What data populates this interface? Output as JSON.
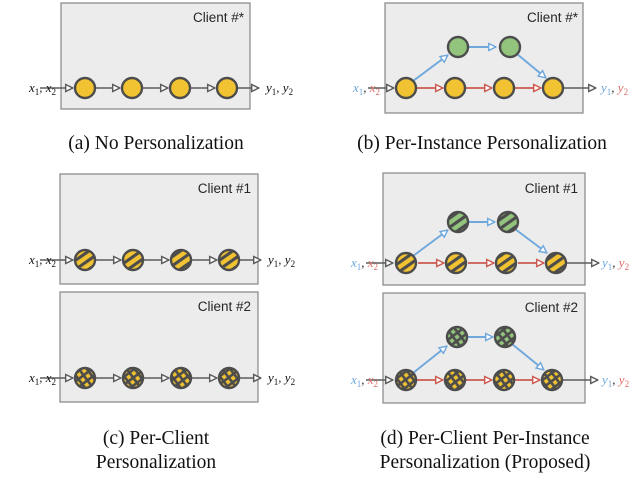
{
  "figure_title": "Personalization schemes figure",
  "colors": {
    "yellow": "#f1c232",
    "green": "#93c47d",
    "nodestroke": "#4c4c4c",
    "boxfill": "#ececec",
    "boxstroke": "#8e8e8e",
    "gray": "#5c5c5c",
    "blue": "#6fa8dc",
    "red": "#cd5a50",
    "redtext": "#df6e67",
    "ink": "#111111",
    "label": "#262626"
  },
  "io": {
    "x1": {
      "base": "x",
      "sub": "1"
    },
    "x2": {
      "base": "x",
      "sub": "2"
    },
    "y1": {
      "base": "y",
      "sub": "1"
    },
    "y2": {
      "base": "y",
      "sub": "2"
    },
    "sep": ", "
  },
  "panels": [
    {
      "id": "a",
      "caption": [
        "(a) No Personalization"
      ],
      "boxes": [
        {
          "client": "Client #*",
          "backbone_nodes": 4,
          "adapter_nodes": 0,
          "node_fill": "solid-yellow"
        }
      ],
      "io_coloring": "black"
    },
    {
      "id": "b",
      "caption": [
        "(b) Per-Instance Personalization"
      ],
      "boxes": [
        {
          "client": "Client #*",
          "backbone_nodes": 4,
          "adapter_nodes": 2,
          "node_fill": "solid-yellow-and-green"
        }
      ],
      "io_coloring": "x1/y1 blue, x2/y2 red"
    },
    {
      "id": "c",
      "caption": [
        "(c) Per-Client",
        "Personalization"
      ],
      "boxes": [
        {
          "client": "Client #1",
          "backbone_nodes": 4,
          "adapter_nodes": 0,
          "node_fill": "diagonal-hatched-yellow"
        },
        {
          "client": "Client #2",
          "backbone_nodes": 4,
          "adapter_nodes": 0,
          "node_fill": "cross-hatched-yellow"
        }
      ],
      "io_coloring": "black"
    },
    {
      "id": "d",
      "caption": [
        "(d) Per-Client Per-Instance",
        "Personalization (Proposed)"
      ],
      "boxes": [
        {
          "client": "Client #1",
          "backbone_nodes": 4,
          "adapter_nodes": 2,
          "node_fill": "diagonal-hatched-yellow-and-green"
        },
        {
          "client": "Client #2",
          "backbone_nodes": 4,
          "adapter_nodes": 2,
          "node_fill": "cross-hatched-yellow-and-green"
        }
      ],
      "io_coloring": "x1/y1 blue, x2/y2 red"
    }
  ]
}
